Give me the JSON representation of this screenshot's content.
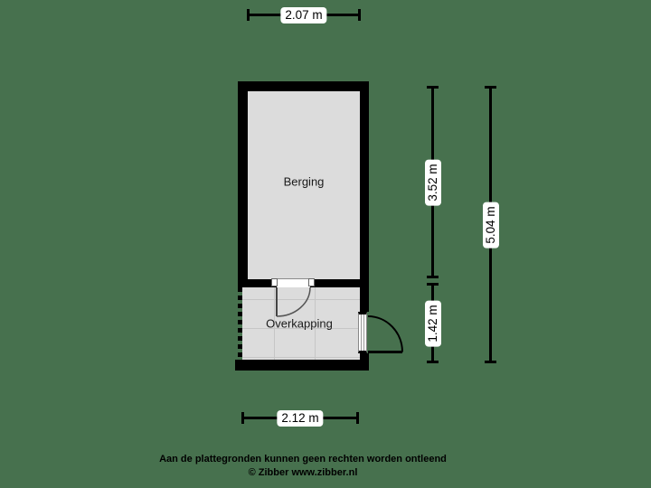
{
  "colors": {
    "background": "#47714E",
    "wall": "#000000",
    "floor": "#DCDCDC",
    "grid_line": "#C6C6C6",
    "label_background": "#FFFFFF",
    "text": "#000000"
  },
  "rooms": {
    "berging": {
      "label": "Berging"
    },
    "overkapping": {
      "label": "Overkapping"
    }
  },
  "dimensions": {
    "top_width": "2.07 m",
    "berging_height": "3.52 m",
    "overkapping_height": "1.42 m",
    "total_height": "5.04 m",
    "bottom_width": "2.12 m"
  },
  "footer": {
    "disclaimer": "Aan de plattegronden kunnen geen rechten worden ontleend",
    "credit": "© Zibber www.zibber.nl"
  }
}
